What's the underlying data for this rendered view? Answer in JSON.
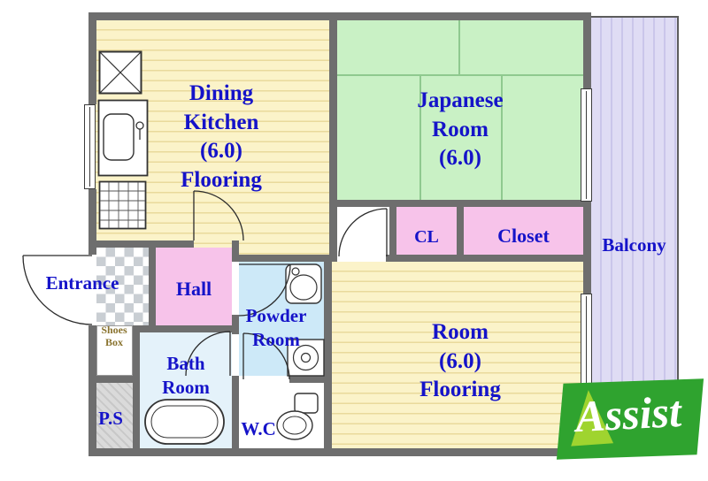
{
  "labels": {
    "dining_kitchen": {
      "line1": "Dining",
      "line2": "Kitchen",
      "line3": "(6.0)",
      "line4": "Flooring"
    },
    "japanese_room": {
      "line1": "Japanese",
      "line2": "Room",
      "line3": "(6.0)"
    },
    "cl": "CL",
    "closet": "Closet",
    "balcony": "Balcony",
    "entrance": "Entrance",
    "shoes_box": {
      "line1": "Shoes",
      "line2": "Box"
    },
    "hall": "Hall",
    "powder_room": {
      "line1": "Powder",
      "line2": "Room"
    },
    "bath_room": {
      "line1": "Bath",
      "line2": "Room"
    },
    "wc": "W.C",
    "ps": "P.S",
    "room": {
      "line1": "Room",
      "line2": "(6.0)",
      "line3": "Flooring"
    },
    "logo": "Assist"
  },
  "icons": {
    "crossed_square": "crossed-square-icon",
    "kitchen_sink": "kitchen-sink-icon",
    "stove": "stove-icon",
    "wash_basin": "wash-basin-icon",
    "washing_machine": "washing-machine-icon",
    "toilet": "toilet-icon",
    "bathtub": "bathtub-icon",
    "door": "door-swing-arc",
    "window": "window-symbol"
  },
  "colors": {
    "wall": "#6e6e6e",
    "label_text": "#1513c9",
    "flooring": "#fbf3c9",
    "flooring_line": "#e9da9c",
    "tatami_green": "#c9f1c5",
    "closet_pink": "#f7c3ea",
    "powder_blue": "#cde9f8",
    "bath_blue": "#e4f2fa",
    "balcony_lavender": "#dfdcf4",
    "ps_gray": "#d4d4d4",
    "shoes_text": "#8a7430",
    "logo_green": "#2fa32f",
    "logo_accent_green": "#9fd42f",
    "logo_text": "#ffffff"
  }
}
